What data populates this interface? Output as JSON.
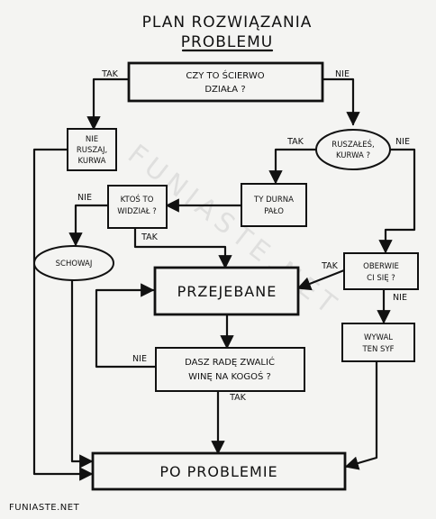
{
  "title": {
    "line1": "PLAN ROZWIĄZANIA",
    "line2": "PROBLEMU"
  },
  "nodes": {
    "start": {
      "line1": "CZY TO ŚCIERWO",
      "line2": "DZIAŁA ?"
    },
    "nie_ruszaj": {
      "line1": "NIE",
      "line2": "RUSZAJ,",
      "line3": "KURWA"
    },
    "ruszales": {
      "line1": "RUSZAŁEŚ,",
      "line2": "KURWA ?"
    },
    "ty_durna": {
      "line1": "TY DURNA",
      "line2": "PAŁO"
    },
    "ktos_to": {
      "line1": "KTOŚ TO",
      "line2": "WIDZIAŁ ?"
    },
    "schowaj": {
      "line1": "SCHOWAJ"
    },
    "oberwie": {
      "line1": "OBERWIE",
      "line2": "CI SIĘ ?"
    },
    "przejebane": {
      "line1": "PRZEJEBANE"
    },
    "dasz_rade": {
      "line1": "DASZ RADĘ ZWALIĆ",
      "line2": "WINĘ NA KOGOŚ ?"
    },
    "wywal": {
      "line1": "WYWAL",
      "line2": "TEN SYF"
    },
    "po_problemie": {
      "line1": "PO PROBLEMIE"
    }
  },
  "edge_labels": {
    "start_yes": "TAK",
    "start_no": "NIE",
    "ruszales_yes": "TAK",
    "ruszales_no": "NIE",
    "ktos_no": "NIE",
    "ktos_yes": "TAK",
    "oberwie_yes": "TAK",
    "oberwie_no": "NIE",
    "dasz_no": "NIE",
    "dasz_yes": "TAK"
  },
  "watermark": "FUNIASTE.NET",
  "footer": "FUNIASTE.NET"
}
